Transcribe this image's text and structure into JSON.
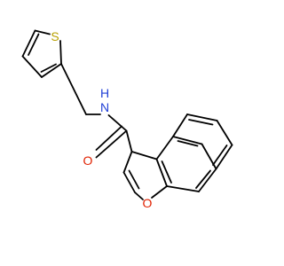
{
  "molecule": {
    "atoms": {
      "S1": {
        "label": "S",
        "color": "#b8a000"
      },
      "N1": {
        "label": "N",
        "color": "#1f3fd6"
      },
      "H1": {
        "label": "H",
        "color": "#1f3fd6"
      },
      "O1": {
        "label": "O",
        "color": "#e02000"
      },
      "O2": {
        "label": "O",
        "color": "#e02000"
      }
    }
  },
  "colors": {
    "bond": "#000000",
    "background": "#ffffff"
  }
}
